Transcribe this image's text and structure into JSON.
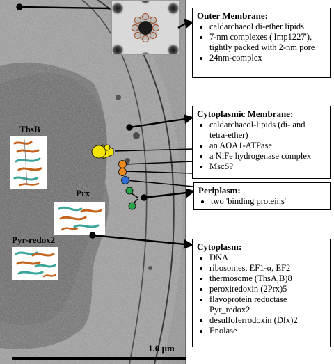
{
  "labels": {
    "thsb": "ThsB",
    "prx": "Prx",
    "pyr": "Pyr-redox2",
    "scale": "1.0 µm"
  },
  "boxes": {
    "outer": {
      "title": "Outer Membrane:",
      "items": [
        "caldarchaeol di-ether lipids",
        "7-nm complexes ('Imp1227'),",
        "tightly packed with 2-nm pore",
        "24nm-complex"
      ]
    },
    "cytomem": {
      "title": "Cytoplasmic Membrane:",
      "items": [
        "caldarchaeol-lipids (di- and",
        "tetra-ether)",
        "an AOA1-ATPase",
        "a NiFe hydrogenase complex",
        "MscS?"
      ]
    },
    "peri": {
      "title": "Periplasm:",
      "items": [
        "two 'binding proteins'"
      ]
    },
    "cyto": {
      "title": "Cytoplasm:",
      "items": [
        "DNA",
        "ribosomes, EF1-α, EF2",
        "thermosome (ThsA,B)8",
        "peroxiredoxin (2Prx)5",
        "flavoprotein reductase",
        "Pyr_redox2",
        "desulfoferrodoxin (Dfx)2",
        "Enolase"
      ]
    }
  },
  "colors": {
    "atpase": "#f5e400",
    "hydrogenase": "#ee8a1e",
    "mscs": "#2e6fd6",
    "binding": "#2aa64a",
    "micrograph": "#8c8c8c",
    "cytoplasm": "#5e5e5e"
  }
}
